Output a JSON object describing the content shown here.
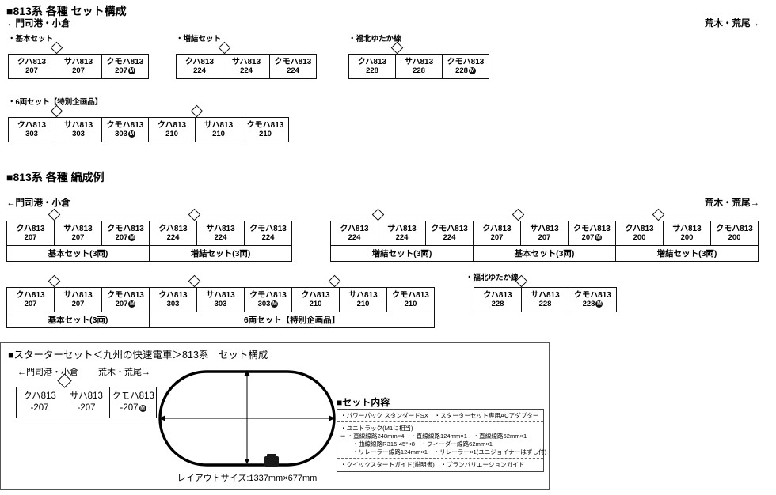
{
  "sections": {
    "set_composition": {
      "heading": "■813系 各種 セット構成",
      "dir_left": "←門司港・小倉",
      "dir_right": "荒木・荒尾→",
      "groups": [
        {
          "label": "・基本セット",
          "cars": [
            {
              "type": "クハ813",
              "num": "207",
              "motor": false
            },
            {
              "type": "サハ813",
              "num": "207",
              "motor": false
            },
            {
              "type": "クモハ813",
              "num": "207",
              "motor": true
            }
          ]
        },
        {
          "label": "・増結セット",
          "cars": [
            {
              "type": "クハ813",
              "num": "224",
              "motor": false
            },
            {
              "type": "サハ813",
              "num": "224",
              "motor": false
            },
            {
              "type": "クモハ813",
              "num": "224",
              "motor": false
            }
          ]
        },
        {
          "label": "・福北ゆたか線",
          "cars": [
            {
              "type": "クハ813",
              "num": "228",
              "motor": false
            },
            {
              "type": "サハ813",
              "num": "228",
              "motor": false
            },
            {
              "type": "クモハ813",
              "num": "228",
              "motor": true
            }
          ]
        },
        {
          "label": "・6両セット【特別企画品】",
          "cars": [
            {
              "type": "クハ813",
              "num": "303",
              "motor": false
            },
            {
              "type": "サハ813",
              "num": "303",
              "motor": false
            },
            {
              "type": "クモハ813",
              "num": "303",
              "motor": true
            },
            {
              "type": "クハ813",
              "num": "210",
              "motor": false
            },
            {
              "type": "サハ813",
              "num": "210",
              "motor": false
            },
            {
              "type": "クモハ813",
              "num": "210",
              "motor": false
            }
          ]
        }
      ]
    },
    "formation_examples": {
      "heading": "■813系 各種 編成例",
      "dir_left": "←門司港・小倉",
      "dir_right": "荒木・荒尾→",
      "row1_left": {
        "cars": [
          {
            "type": "クハ813",
            "num": "207",
            "motor": false
          },
          {
            "type": "サハ813",
            "num": "207",
            "motor": false
          },
          {
            "type": "クモハ813",
            "num": "207",
            "motor": true
          },
          {
            "type": "クハ813",
            "num": "224",
            "motor": false
          },
          {
            "type": "サハ813",
            "num": "224",
            "motor": false
          },
          {
            "type": "クモハ813",
            "num": "224",
            "motor": false
          }
        ],
        "setnames": [
          {
            "label": "基本セット(3両)",
            "span": 3
          },
          {
            "label": "増結セット(3両)",
            "span": 3
          }
        ]
      },
      "row1_right": {
        "cars": [
          {
            "type": "クハ813",
            "num": "224",
            "motor": false
          },
          {
            "type": "サハ813",
            "num": "224",
            "motor": false
          },
          {
            "type": "クモハ813",
            "num": "224",
            "motor": false
          },
          {
            "type": "クハ813",
            "num": "207",
            "motor": false
          },
          {
            "type": "サハ813",
            "num": "207",
            "motor": false
          },
          {
            "type": "クモハ813",
            "num": "207",
            "motor": true
          },
          {
            "type": "クハ813",
            "num": "200",
            "motor": false
          },
          {
            "type": "サハ813",
            "num": "200",
            "motor": false
          },
          {
            "type": "クモハ813",
            "num": "200",
            "motor": false
          }
        ],
        "setnames": [
          {
            "label": "増結セット(3両)",
            "span": 3
          },
          {
            "label": "基本セット(3両)",
            "span": 3
          },
          {
            "label": "増結セット(3両)",
            "span": 3
          }
        ]
      },
      "row2_left": {
        "cars": [
          {
            "type": "クハ813",
            "num": "207",
            "motor": false
          },
          {
            "type": "サハ813",
            "num": "207",
            "motor": false
          },
          {
            "type": "クモハ813",
            "num": "207",
            "motor": true
          },
          {
            "type": "クハ813",
            "num": "303",
            "motor": false
          },
          {
            "type": "サハ813",
            "num": "303",
            "motor": false
          },
          {
            "type": "クモハ813",
            "num": "303",
            "motor": true
          },
          {
            "type": "クハ813",
            "num": "210",
            "motor": false
          },
          {
            "type": "サハ813",
            "num": "210",
            "motor": false
          },
          {
            "type": "クモハ813",
            "num": "210",
            "motor": false
          }
        ],
        "setnames": [
          {
            "label": "基本セット(3両)",
            "span": 3
          },
          {
            "label": "6両セット【特別企画品】",
            "span": 6
          }
        ]
      },
      "row2_right": {
        "label": "・福北ゆたか線",
        "cars": [
          {
            "type": "クハ813",
            "num": "228",
            "motor": false
          },
          {
            "type": "サハ813",
            "num": "228",
            "motor": false
          },
          {
            "type": "クモハ813",
            "num": "228",
            "motor": true
          }
        ]
      }
    },
    "starter": {
      "heading": "■スターターセット＜九州の快速電車＞813系　セット構成",
      "dir_left": "←門司港・小倉",
      "dir_right": "荒木・荒尾→",
      "cars": [
        {
          "type": "クハ813",
          "num": "-207",
          "motor": false
        },
        {
          "type": "サハ813",
          "num": "-207",
          "motor": false
        },
        {
          "type": "クモハ813",
          "num": "-207",
          "motor": true
        }
      ],
      "layout_caption": "レイアウトサイズ:1337mm×677mm",
      "contents_title": "■セット内容",
      "contents_rows": [
        [
          "・パワーパック スタンダードSX　・スターターセット専用ACアダプター"
        ],
        [
          "・ユニトラック(M1に相当)",
          "⇒ ・直線線路248mm×4　・直線線路124mm×1　・直線線路62mm×1",
          "　　・曲線線路R315-45°×8　・フィーダー線路62mm×1",
          "　　・リレーラー線路124mm×1　・リレーラー×1(ユニジョイナーはずし付)"
        ],
        [
          "・クイックスタートガイド(説明書)　・プランバリエーションガイド"
        ]
      ]
    }
  }
}
